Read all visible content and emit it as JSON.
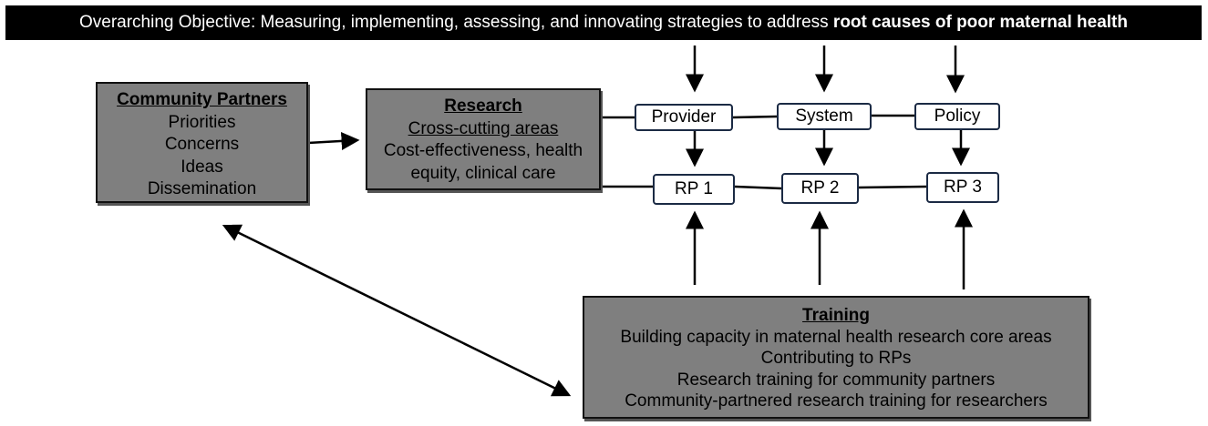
{
  "banner": {
    "prefix": "Overarching Objective: Measuring, implementing, assessing, and innovating strategies to address ",
    "emphasis": "root causes of poor maternal health"
  },
  "community": {
    "title": "Community Partners",
    "items": [
      "Priorities",
      "Concerns",
      "Ideas",
      "Dissemination"
    ]
  },
  "research": {
    "title": "Research",
    "subtitle": "Cross-cutting areas",
    "line1": "Cost-effectiveness, health",
    "line2": "equity, clinical care"
  },
  "nodes": {
    "provider": "Provider",
    "system": "System",
    "policy": "Policy",
    "rp1": "RP 1",
    "rp2": "RP 2",
    "rp3": "RP 3"
  },
  "training": {
    "title": "Training",
    "items": [
      "Building capacity in maternal health research core areas",
      "Contributing to RPs",
      "Research training for community partners",
      "Community-partnered research training for researchers"
    ]
  },
  "colors": {
    "banner_bg": "#000000",
    "box_fill": "#7f7f7f",
    "node_border": "#1b2a44"
  }
}
